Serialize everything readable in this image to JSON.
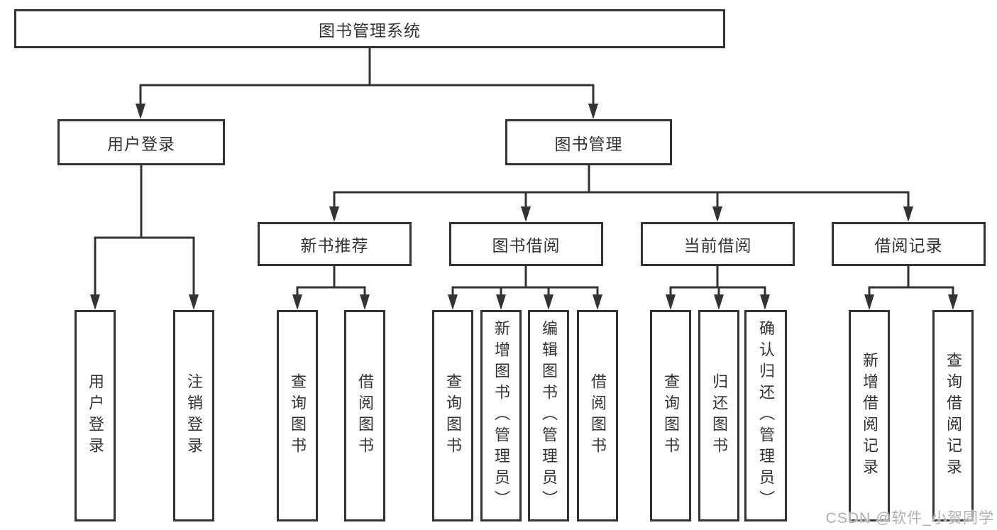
{
  "tree": {
    "label": "图书管理系统",
    "children": [
      {
        "label": "用户登录",
        "children": [
          {
            "label": "用户登录"
          },
          {
            "label": "注销登录"
          }
        ]
      },
      {
        "label": "图书管理",
        "children": [
          {
            "label": "新书推荐",
            "children": [
              {
                "label": "查询图书"
              },
              {
                "label": "借阅图书"
              }
            ]
          },
          {
            "label": "图书借阅",
            "children": [
              {
                "label": "查询图书"
              },
              {
                "label": "新增图书（管理员）"
              },
              {
                "label": "编辑图书（管理员）"
              },
              {
                "label": "借阅图书"
              }
            ]
          },
          {
            "label": "当前借阅",
            "children": [
              {
                "label": "查询图书"
              },
              {
                "label": "归还图书"
              },
              {
                "label": "确认归还（管理员）"
              }
            ]
          },
          {
            "label": "借阅记录",
            "children": [
              {
                "label": "新增借阅记录"
              },
              {
                "label": "查询借阅记录"
              }
            ]
          }
        ]
      }
    ]
  },
  "watermark": {
    "text": "CSDN @软件_小贺同学"
  },
  "colors": {
    "line": "#333333",
    "box_border": "#333333",
    "text": "#333333",
    "background": "#ffffff",
    "watermark": "#b0b0b0"
  }
}
